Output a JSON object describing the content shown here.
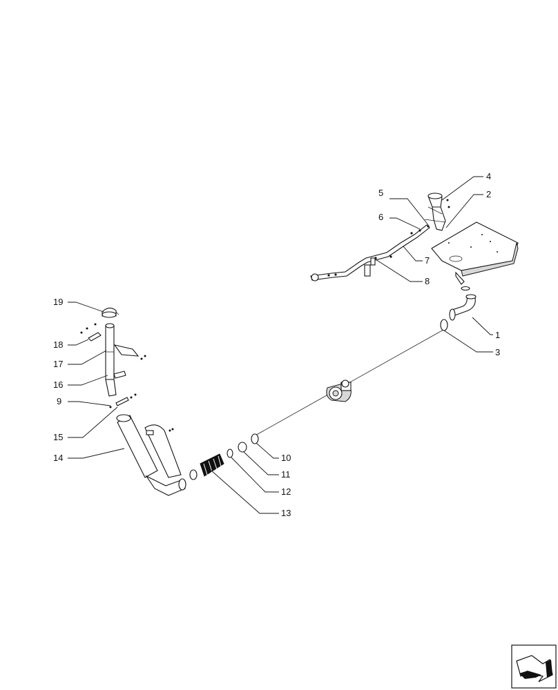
{
  "callouts": [
    {
      "id": "c1",
      "label": "1"
    },
    {
      "id": "c2",
      "label": "2"
    },
    {
      "id": "c3",
      "label": "3"
    },
    {
      "id": "c4",
      "label": "4"
    },
    {
      "id": "c5",
      "label": "5"
    },
    {
      "id": "c6",
      "label": "6"
    },
    {
      "id": "c7",
      "label": "7"
    },
    {
      "id": "c8",
      "label": "8"
    },
    {
      "id": "c9",
      "label": "9"
    },
    {
      "id": "c10",
      "label": "10"
    },
    {
      "id": "c11",
      "label": "11"
    },
    {
      "id": "c12",
      "label": "12"
    },
    {
      "id": "c13",
      "label": "13"
    },
    {
      "id": "c14",
      "label": "14"
    },
    {
      "id": "c15",
      "label": "15"
    },
    {
      "id": "c16",
      "label": "16"
    },
    {
      "id": "c17",
      "label": "17"
    },
    {
      "id": "c18",
      "label": "18"
    },
    {
      "id": "c19",
      "label": "19"
    }
  ],
  "icons": {
    "nav": "arrow-navigation-icon"
  }
}
